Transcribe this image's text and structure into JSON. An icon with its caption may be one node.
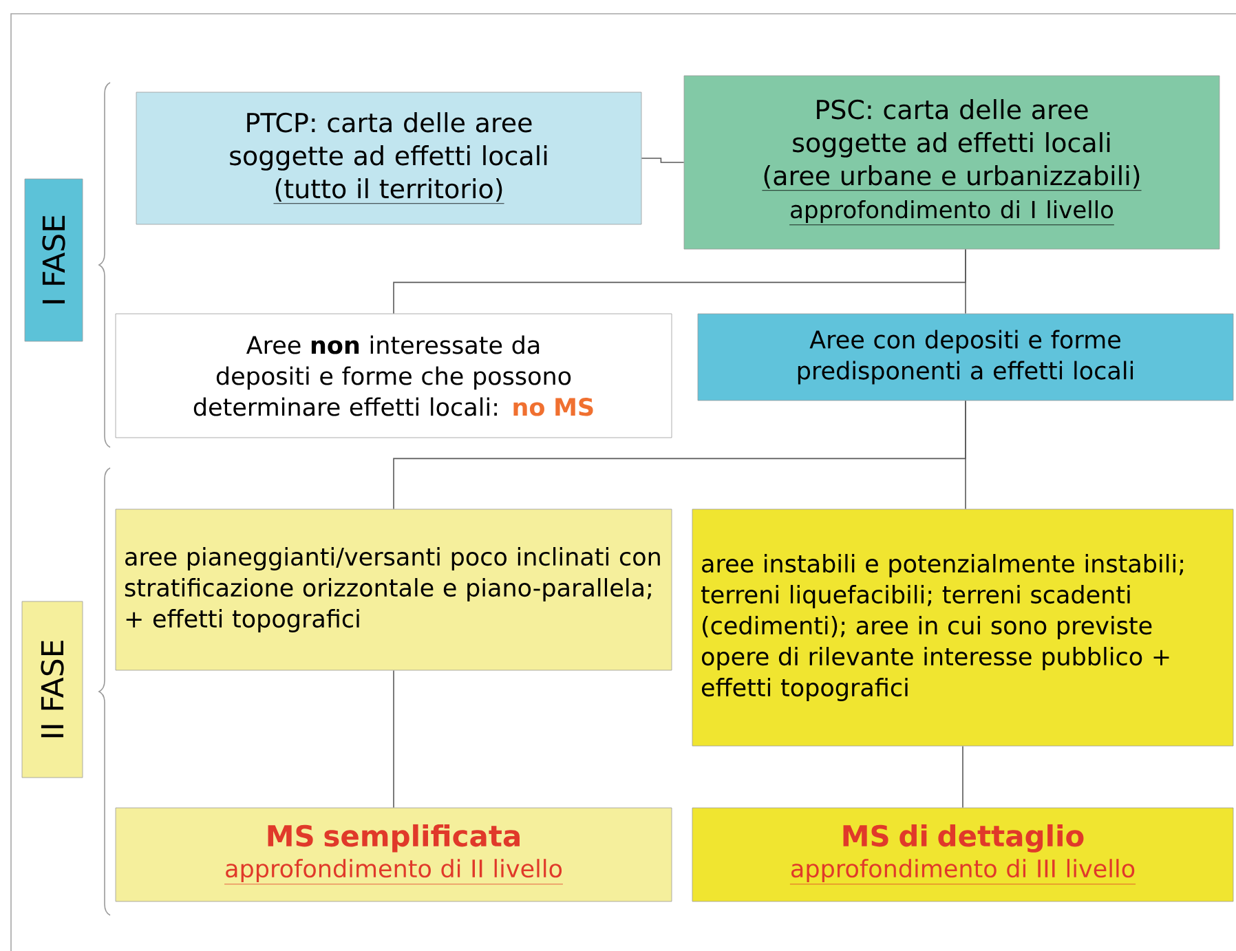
{
  "diagram": {
    "nodes": [
      {
        "text": [
          "I FASE"
        ]
      },
      {
        "text": [
          "PTCP: carta delle aree soggette ad effetti locali",
          "(tutto il territorio)"
        ]
      },
      {
        "text": [
          "PSC: carta delle aree soggette ad effetti locali",
          "(aree urbane e urbanizzabili)",
          "approfondimento di I livello"
        ]
      },
      {
        "text": [
          "Aree **non** interessate da depositi e forme che possono determinare effetti locali:",
          "no MS"
        ]
      },
      {
        "text": [
          "Aree con depositi e forme predisponenti a effetti locali"
        ]
      },
      {
        "text": [
          "II FASE"
        ]
      },
      {
        "text": [
          "aree pianeggianti/versanti poco inclinati con stratificazione orizzontale e piano-parallela; + effetti topografici"
        ]
      },
      {
        "text": [
          "aree instabili e potenzialmente instabili; terreni liquefacibili; terreni scadenti (cedimenti); aree in cui sono previste opere di rilevante interesse pubblico + effetti topografici"
        ]
      },
      {
        "text": [
          "MS semplificata",
          "approfondimento di II livello"
        ]
      },
      {
        "text": [
          "MS di dettaglio",
          "approfondimento di III livello"
        ]
      }
    ],
    "edges": [
      {
        "from": 1,
        "to": 2,
        "arrow": "none"
      },
      {
        "from": 2,
        "to": 3,
        "arrow": "none"
      },
      {
        "from": 2,
        "to": 4,
        "arrow": "none"
      },
      {
        "from": 4,
        "to": 6,
        "arrow": "none"
      },
      {
        "from": 4,
        "to": 7,
        "arrow": "none"
      },
      {
        "from": 6,
        "to": 8,
        "arrow": "none"
      },
      {
        "from": 7,
        "to": 9,
        "arrow": "none"
      }
    ]
  }
}
